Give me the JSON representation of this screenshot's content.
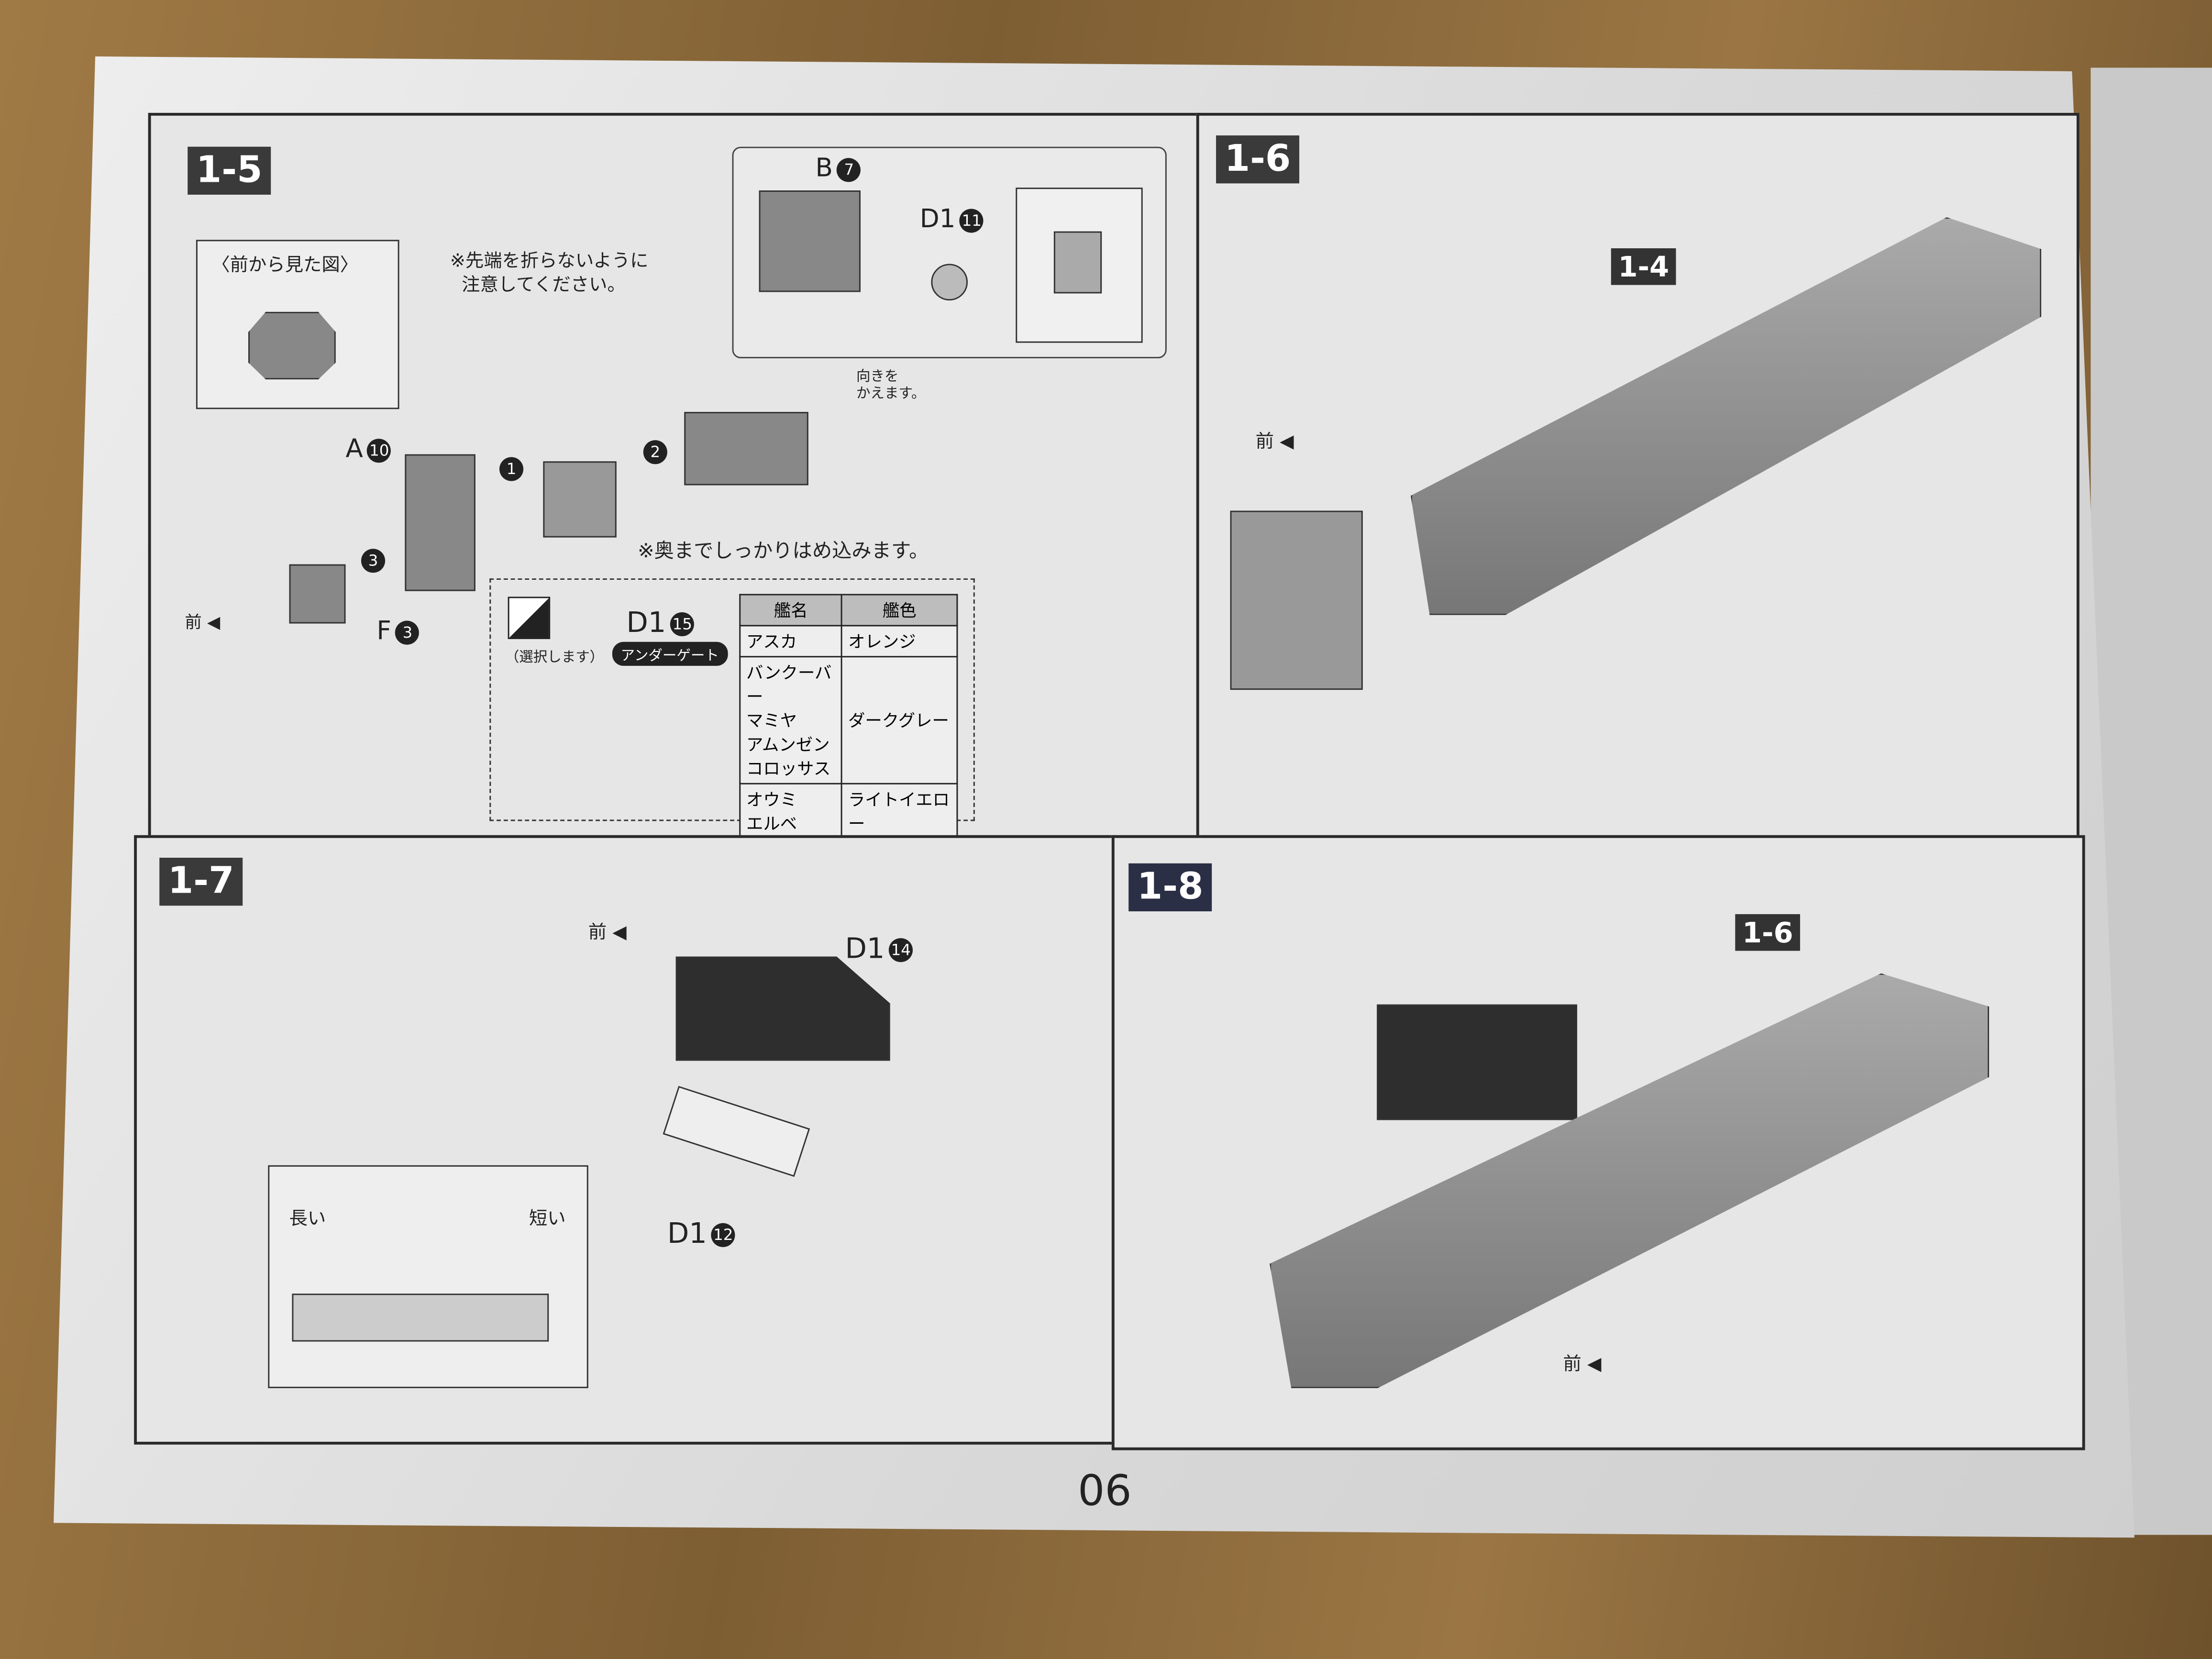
{
  "page_number": "06",
  "steps": {
    "s15": {
      "label": "1-5",
      "front_view": "〈前から見た図〉",
      "caution": [
        "※先端を折らないように",
        "注意してください。"
      ],
      "push_note": "※奥までしっかりはめ込みます。",
      "rotate_note": [
        "向きを",
        "かえます。"
      ],
      "front": "前",
      "parts": {
        "a": "A",
        "a_num": "10",
        "b": "B",
        "b_num": "7",
        "d11": "D1",
        "d11_num": "11",
        "d15": "D1",
        "d15_num": "15",
        "f": "F",
        "f_num": "3"
      },
      "order": [
        "1",
        "2",
        "3"
      ],
      "select_label": "（選択します）",
      "undergate": "アンダーゲート",
      "table": {
        "headers": [
          "艦名",
          "艦色"
        ],
        "rows": [
          {
            "names": [
              "アスカ"
            ],
            "color": "オレンジ"
          },
          {
            "names": [
              "バンクーバー",
              "マミヤ",
              "アムンゼン",
              "コロッサス"
            ],
            "color": "ダークグレー"
          },
          {
            "names": [
              "オウミ",
              "エルベ"
            ],
            "color": "ライトイエロー"
          }
        ]
      }
    },
    "s16": {
      "label": "1-6",
      "ref": "1-4",
      "front": "前"
    },
    "s17": {
      "label": "1-7",
      "front": "前",
      "d14": "D1",
      "d14_num": "14",
      "d12": "D1",
      "d12_num": "12",
      "long": "長い",
      "short": "短い"
    },
    "s18": {
      "label": "1-8",
      "ref": "1-6",
      "front": "前"
    }
  }
}
